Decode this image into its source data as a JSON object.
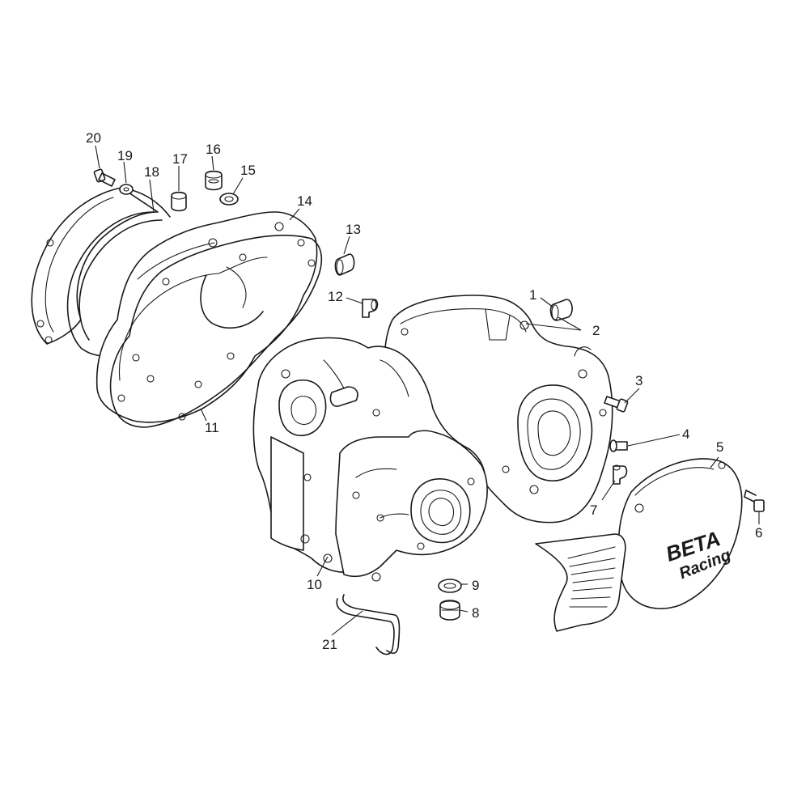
{
  "callouts": [
    {
      "id": "1",
      "text": "1"
    },
    {
      "id": "2",
      "text": "2"
    },
    {
      "id": "3",
      "text": "3"
    },
    {
      "id": "4",
      "text": "4"
    },
    {
      "id": "5",
      "text": "5"
    },
    {
      "id": "6",
      "text": "6"
    },
    {
      "id": "7",
      "text": "7"
    },
    {
      "id": "8",
      "text": "8"
    },
    {
      "id": "9",
      "text": "9"
    },
    {
      "id": "10",
      "text": "10"
    },
    {
      "id": "11",
      "text": "11"
    },
    {
      "id": "12",
      "text": "12"
    },
    {
      "id": "13",
      "text": "13"
    },
    {
      "id": "14",
      "text": "14"
    },
    {
      "id": "15",
      "text": "15"
    },
    {
      "id": "16",
      "text": "16"
    },
    {
      "id": "17",
      "text": "17"
    },
    {
      "id": "18",
      "text": "18"
    },
    {
      "id": "19",
      "text": "19"
    },
    {
      "id": "20",
      "text": "20"
    },
    {
      "id": "21",
      "text": "21"
    }
  ],
  "cover_logo": {
    "brand": "BETA",
    "script": "Racing"
  }
}
